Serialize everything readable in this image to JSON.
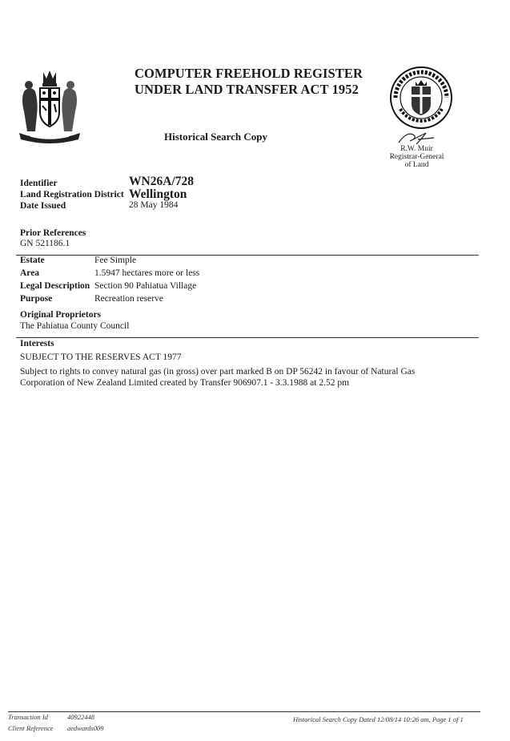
{
  "header": {
    "title_line1": "COMPUTER FREEHOLD REGISTER",
    "title_line2": "UNDER LAND TRANSFER ACT 1952",
    "subtitle": "Historical Search Copy",
    "seal_icon": "registrar-general-seal-icon",
    "crest_icon": "nz-coat-of-arms-icon",
    "registrar_name": "R.W. Muir",
    "registrar_title": "Registrar-General",
    "registrar_of": "of Land"
  },
  "identity": {
    "identifier_label": "Identifier",
    "identifier_value": "WN26A/728",
    "district_label": "Land Registration District",
    "district_value": "Wellington",
    "date_label": "Date Issued",
    "date_value": "28 May 1984"
  },
  "prior": {
    "label": "Prior References",
    "value": "GN 521186.1"
  },
  "details": [
    {
      "label": "Estate",
      "value": "Fee Simple"
    },
    {
      "label": "Area",
      "value": "1.5947 hectares more or less"
    },
    {
      "label": "Legal Description",
      "value": "Section 90 Pahiatua Village"
    },
    {
      "label": "Purpose",
      "value": "Recreation reserve"
    }
  ],
  "proprietors": {
    "label": "Original Proprietors",
    "value": "The Pahiatua County Council"
  },
  "interests": {
    "label": "Interests",
    "line1": "SUBJECT TO THE RESERVES ACT 1977",
    "line2": "Subject to rights to convey natural gas (in gross)  over part marked B on DP 56242 in favour of Natural Gas",
    "line3": "Corporation of New Zealand Limited created by Transfer 906907.1 - 3.3.1988 at 2.52 pm"
  },
  "footer": {
    "transaction_label": "Transaction Id",
    "transaction_value": "40922448",
    "client_label": "Client Reference",
    "client_value": "aedwards009",
    "right_text": "Historical Search Copy Dated 12/08/14 10:26 am, Page 1 of 1"
  }
}
